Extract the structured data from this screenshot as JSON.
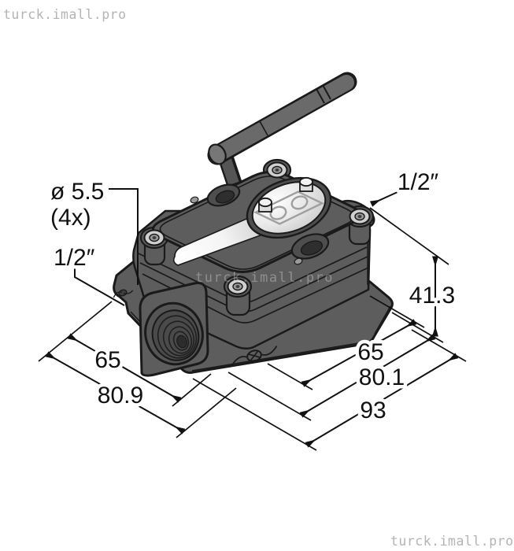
{
  "watermark": {
    "top_left": "turck.imall.pro",
    "center": "turck.imall.pro",
    "bottom_right": "turck.imall.pro"
  },
  "dimensions": {
    "hole_diameter": "ø 5.5",
    "hole_count": "(4x)",
    "port_left": "1/2″",
    "port_right": "1/2″",
    "height": "41.3",
    "left_width": "65",
    "left_depth": "80.9",
    "right_width_inner": "65",
    "right_width_mid": "80.1",
    "right_width_outer": "93"
  },
  "colors": {
    "body": "#5d5d5d",
    "outline": "#1a1a1a",
    "lens": "#d9d9d9",
    "label": "#f2f2f2",
    "dim": "#111111",
    "watermark": "#b4b4b4"
  }
}
